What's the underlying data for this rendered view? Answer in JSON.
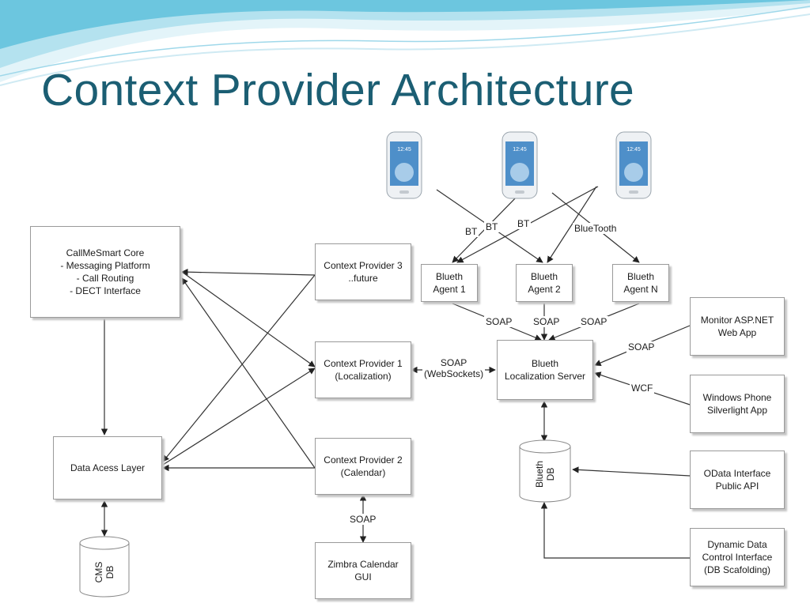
{
  "slide": {
    "title": "Context Provider Architecture",
    "title_color": "#1b5e73",
    "accent_colors": [
      "#5fc3dd",
      "#a8dcea",
      "#d9f0f7"
    ]
  },
  "diagram": {
    "nodes": {
      "callmesmart_core": [
        "CallMeSmart Core",
        "- Messaging Platform",
        "- Call Routing",
        "- DECT Interface"
      ],
      "data_access_layer": [
        "Data Acess Layer"
      ],
      "cms_db": [
        "CMS",
        "DB"
      ],
      "context_provider_3": [
        "Context Provider 3",
        "..future"
      ],
      "context_provider_1": [
        "Context Provider 1",
        "(Localization)"
      ],
      "context_provider_2": [
        "Context Provider 2",
        "(Calendar)"
      ],
      "zimbra_calendar_gui": [
        "Zimbra Calendar",
        "GUI"
      ],
      "blueth_agent_1": [
        "Blueth",
        "Agent 1"
      ],
      "blueth_agent_2": [
        "Blueth",
        "Agent 2"
      ],
      "blueth_agent_n": [
        "Blueth",
        "Agent N"
      ],
      "blueth_localization_server": [
        "Blueth",
        "Localization Server"
      ],
      "blueth_db": [
        "Blueth",
        "DB"
      ],
      "monitor_web_app": [
        "Monitor ASP.NET",
        "Web App"
      ],
      "windows_phone_app": [
        "Windows Phone",
        "Silverlight App"
      ],
      "odata_interface": [
        "OData Interface",
        "Public API"
      ],
      "dynamic_data_interface": [
        "Dynamic Data",
        "Control Interface",
        "(DB Scafolding)"
      ],
      "phone_screen_time": "12:45"
    },
    "edge_labels": {
      "bt_1": "BT",
      "bt_2": "BT",
      "bt_3": "BT",
      "bluetooth": "BlueTooth",
      "soap_agent_1": "SOAP",
      "soap_agent_2": "SOAP",
      "soap_agent_n": "SOAP",
      "soap_monitor": "SOAP",
      "wcf_windows_phone": "WCF",
      "soap_websockets": [
        "SOAP",
        "(WebSockets)"
      ],
      "soap_zimbra": "SOAP"
    }
  }
}
